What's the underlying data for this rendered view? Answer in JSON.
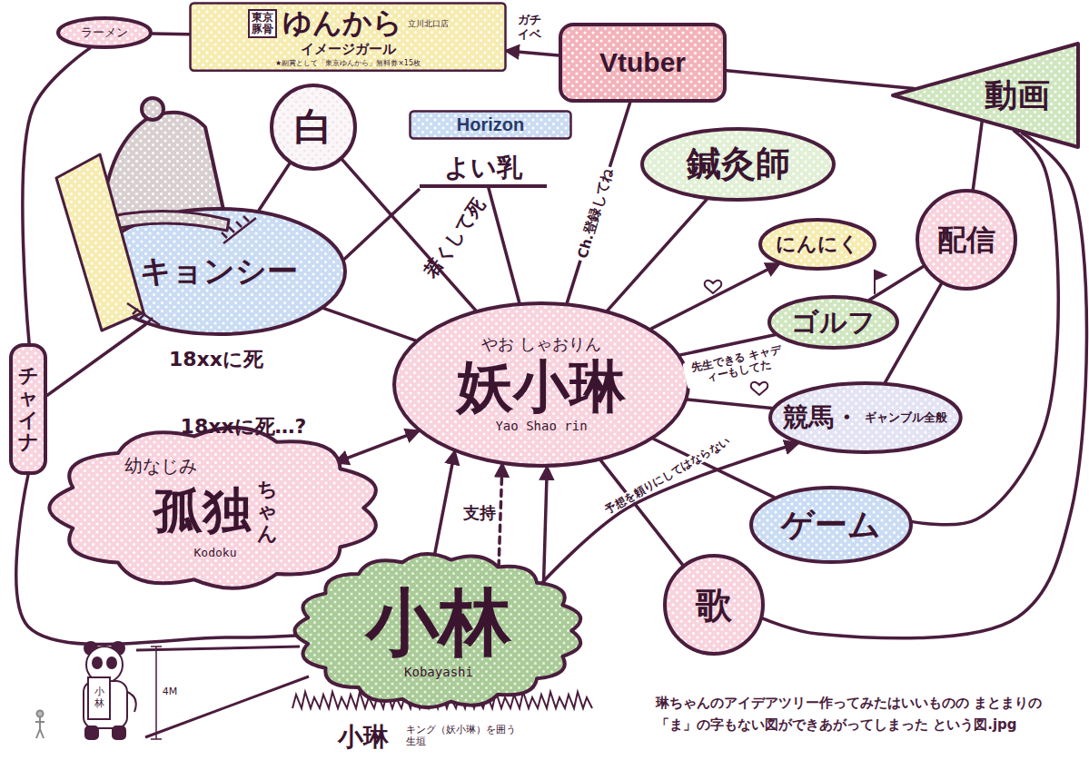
{
  "diagram": {
    "caption": "琳ちゃんのアイデアツリー作ってみたはいいものの まとまりの「ま」の字もない図ができあがってしまった という図.jpg",
    "nodes": [
      {
        "text": [
          "ラーメン"
        ]
      },
      {
        "text": [
          "東京豚骨",
          "ゆんから",
          "立川北口店",
          "イメージガール",
          "★副賞として「東京ゆんから」無料券×15枚"
        ]
      },
      {
        "text": [
          "Vtuber"
        ]
      },
      {
        "text": [
          "動画"
        ]
      },
      {
        "text": [
          "白"
        ]
      },
      {
        "text": [
          "Horizon"
        ]
      },
      {
        "text": [
          "よい乳"
        ]
      },
      {
        "text": [
          "鍼灸師"
        ]
      },
      {
        "text": [
          "キョンシー"
        ]
      },
      {
        "text": [
          "にんにく"
        ]
      },
      {
        "text": [
          "配信"
        ]
      },
      {
        "text": [
          "やお しゃおりん",
          "妖小琳",
          "Yao Shao rin"
        ]
      },
      {
        "text": [
          "ゴルフ"
        ]
      },
      {
        "text": [
          "チャイナ"
        ]
      },
      {
        "text": [
          "競馬・",
          "ギャンブル全般"
        ]
      },
      {
        "text": [
          "幼なじみ",
          "孤独",
          "ちゃん",
          "Kodoku"
        ]
      },
      {
        "text": [
          "ゲーム"
        ]
      },
      {
        "text": [
          "歌"
        ]
      },
      {
        "text": [
          "小林",
          "Kobayashi"
        ]
      }
    ],
    "edges": [
      {
        "from": 0,
        "to": 1,
        "arrow": "none"
      },
      {
        "from": 0,
        "to": 13,
        "arrow": "none"
      },
      {
        "from": 13,
        "to": 8,
        "arrow": "none"
      },
      {
        "from": 13,
        "to": 18,
        "arrow": "none"
      },
      {
        "from": 2,
        "to": 1,
        "label": "ガチイベ",
        "arrow": "to"
      },
      {
        "from": 2,
        "to": 3,
        "arrow": "none"
      },
      {
        "from": 3,
        "to": 10,
        "arrow": "none"
      },
      {
        "from": 3,
        "to": 16,
        "arrow": "none"
      },
      {
        "from": 3,
        "to": 17,
        "arrow": "none"
      },
      {
        "from": 10,
        "to": 12,
        "arrow": "none"
      },
      {
        "from": 10,
        "to": 14,
        "arrow": "none"
      },
      {
        "from": 4,
        "to": 8,
        "arrow": "none"
      },
      {
        "from": 11,
        "to": 4,
        "arrow": "none"
      },
      {
        "from": 11,
        "to": 6,
        "arrow": "none"
      },
      {
        "from": 11,
        "to": 2,
        "label": "Ch.登録してね",
        "arrow": "none"
      },
      {
        "from": 11,
        "to": 7,
        "arrow": "none"
      },
      {
        "from": 11,
        "to": 9,
        "arrow": "to"
      },
      {
        "from": 11,
        "to": 12,
        "label": "先生できる キャディーもしてた",
        "arrow": "none"
      },
      {
        "from": 11,
        "to": 14,
        "arrow": "none"
      },
      {
        "from": 11,
        "to": 16,
        "arrow": "none"
      },
      {
        "from": 11,
        "to": 17,
        "arrow": "none"
      },
      {
        "from": 11,
        "to": 8,
        "arrow": "none"
      },
      {
        "from": 11,
        "to": 15,
        "arrow": "both"
      },
      {
        "from": 18,
        "to": 11,
        "arrow": "to"
      },
      {
        "from": 18,
        "to": 11,
        "label": "支持",
        "arrow": "to"
      },
      {
        "from": 18,
        "to": 11,
        "arrow": "to"
      },
      {
        "from": 18,
        "to": 14,
        "label": "予想を頼りにしてはならない",
        "arrow": "to"
      }
    ],
    "labels": [
      "若くして死",
      "18xxに死",
      "18xxに死…?",
      "4M",
      "小林",
      "小琳",
      "キング（妖小琳）を囲う生垣"
    ]
  }
}
